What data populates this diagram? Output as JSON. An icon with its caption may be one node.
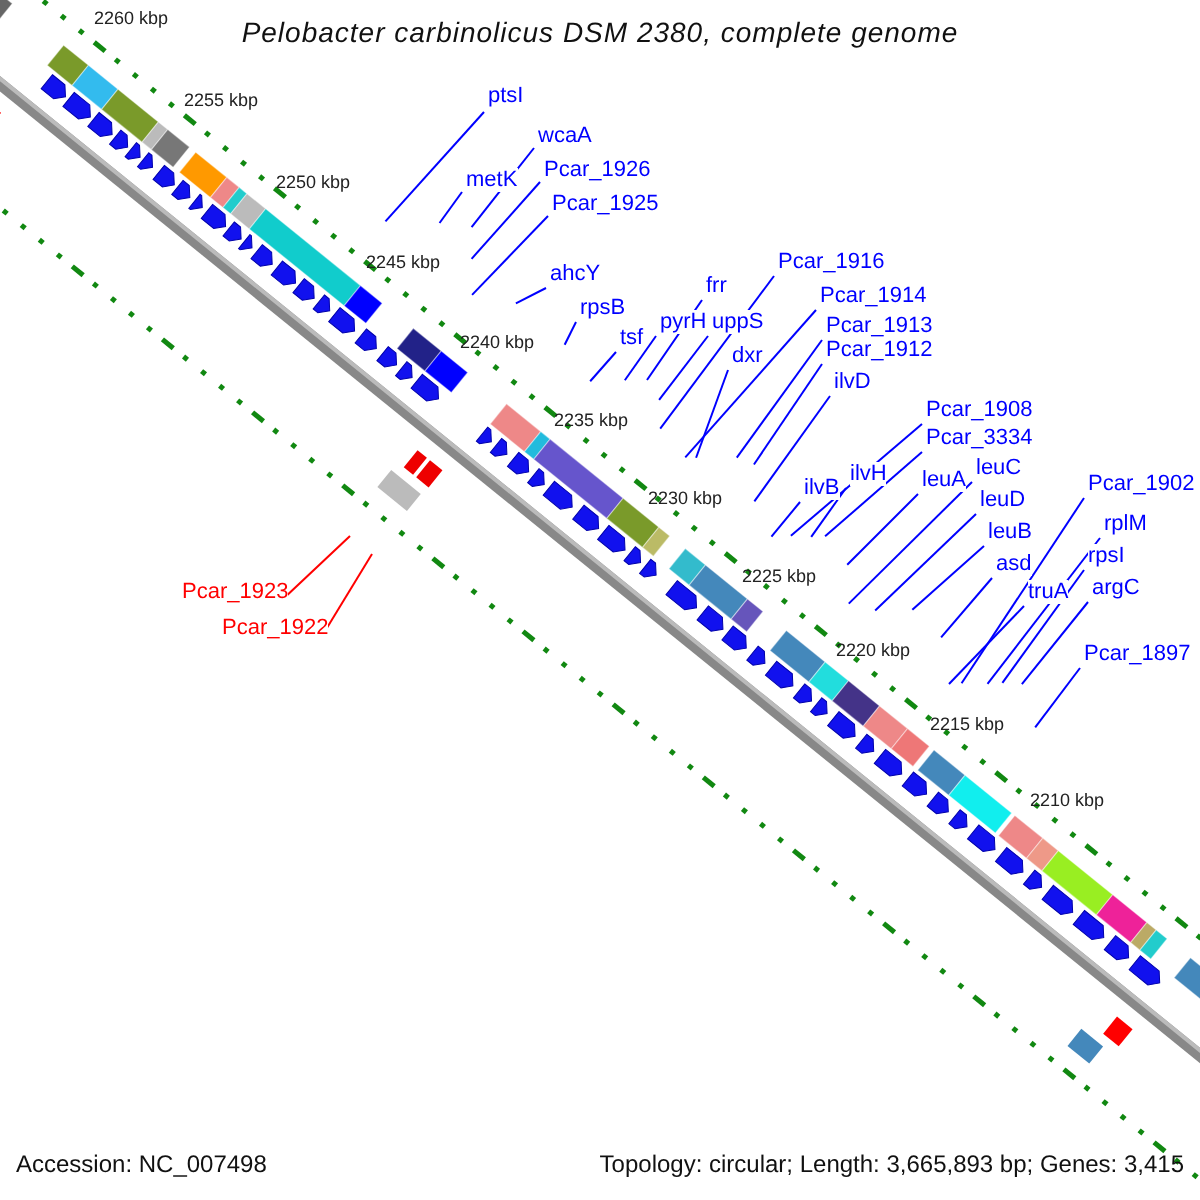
{
  "diagram": {
    "title": "Pelobacter carbinolicus DSM 2380, complete genome",
    "nodes": [
      {
        "text": [
          "ptsI"
        ]
      },
      {
        "text": [
          "wcaA"
        ]
      },
      {
        "text": [
          "metK"
        ]
      },
      {
        "text": [
          "Pcar_1926"
        ]
      },
      {
        "text": [
          "Pcar_1925"
        ]
      },
      {
        "text": [
          "ahcY"
        ]
      },
      {
        "text": [
          "rpsB"
        ]
      },
      {
        "text": [
          "tsf"
        ]
      },
      {
        "text": [
          "pyrH"
        ]
      },
      {
        "text": [
          "frr"
        ]
      },
      {
        "text": [
          "uppS"
        ]
      },
      {
        "text": [
          "Pcar_1916"
        ]
      },
      {
        "text": [
          "Pcar_1914"
        ]
      },
      {
        "text": [
          "dxr"
        ]
      },
      {
        "text": [
          "Pcar_1913"
        ]
      },
      {
        "text": [
          "Pcar_1912"
        ]
      },
      {
        "text": [
          "ilvD"
        ]
      },
      {
        "text": [
          "Pcar_1908"
        ]
      },
      {
        "text": [
          "Pcar_3334"
        ]
      },
      {
        "text": [
          "ilvB"
        ]
      },
      {
        "text": [
          "ilvH"
        ]
      },
      {
        "text": [
          "leuA"
        ]
      },
      {
        "text": [
          "leuC"
        ]
      },
      {
        "text": [
          "leuD"
        ]
      },
      {
        "text": [
          "leuB"
        ]
      },
      {
        "text": [
          "asd"
        ]
      },
      {
        "text": [
          "truA"
        ]
      },
      {
        "text": [
          "Pcar_1902"
        ]
      },
      {
        "text": [
          "rplM"
        ]
      },
      {
        "text": [
          "rpsI"
        ]
      },
      {
        "text": [
          "argC"
        ]
      },
      {
        "text": [
          "Pcar_1897"
        ]
      },
      {
        "text": [
          "Pcar_1923"
        ]
      },
      {
        "text": [
          "Pcar_1922"
        ]
      }
    ],
    "edges": [
      {
        "from": 0,
        "to": null,
        "arrow": "none"
      },
      {
        "from": 1,
        "to": null,
        "arrow": "none"
      },
      {
        "from": 2,
        "to": null,
        "arrow": "none"
      },
      {
        "from": 3,
        "to": null,
        "arrow": "none"
      },
      {
        "from": 4,
        "to": null,
        "arrow": "none"
      },
      {
        "from": 5,
        "to": null,
        "arrow": "none"
      },
      {
        "from": 6,
        "to": null,
        "arrow": "none"
      },
      {
        "from": 7,
        "to": null,
        "arrow": "none"
      },
      {
        "from": 8,
        "to": null,
        "arrow": "none"
      },
      {
        "from": 9,
        "to": null,
        "arrow": "none"
      },
      {
        "from": 10,
        "to": null,
        "arrow": "none"
      },
      {
        "from": 11,
        "to": null,
        "arrow": "none"
      },
      {
        "from": 12,
        "to": null,
        "arrow": "none"
      },
      {
        "from": 13,
        "to": null,
        "arrow": "none"
      },
      {
        "from": 14,
        "to": null,
        "arrow": "none"
      },
      {
        "from": 15,
        "to": null,
        "arrow": "none"
      },
      {
        "from": 16,
        "to": null,
        "arrow": "none"
      },
      {
        "from": 17,
        "to": null,
        "arrow": "none"
      },
      {
        "from": 18,
        "to": null,
        "arrow": "none"
      },
      {
        "from": 19,
        "to": null,
        "arrow": "none"
      },
      {
        "from": 20,
        "to": null,
        "arrow": "none"
      },
      {
        "from": 21,
        "to": null,
        "arrow": "none"
      },
      {
        "from": 22,
        "to": null,
        "arrow": "none"
      },
      {
        "from": 23,
        "to": null,
        "arrow": "none"
      },
      {
        "from": 24,
        "to": null,
        "arrow": "none"
      },
      {
        "from": 25,
        "to": null,
        "arrow": "none"
      },
      {
        "from": 26,
        "to": null,
        "arrow": "none"
      },
      {
        "from": 27,
        "to": null,
        "arrow": "none"
      },
      {
        "from": 28,
        "to": null,
        "arrow": "none"
      },
      {
        "from": 29,
        "to": null,
        "arrow": "none"
      },
      {
        "from": 30,
        "to": null,
        "arrow": "none"
      },
      {
        "from": 31,
        "to": null,
        "arrow": "none"
      },
      {
        "from": 32,
        "to": null,
        "arrow": "none",
        "color": "#ff0000"
      },
      {
        "from": 33,
        "to": null,
        "arrow": "none",
        "color": "#ff0000"
      }
    ],
    "labels": [
      "2260 kbp",
      "2255 kbp",
      "2250 kbp",
      "2245 kbp",
      "2240 kbp",
      "2235 kbp",
      "2230 kbp",
      "2225 kbp",
      "2220 kbp",
      "2215 kbp",
      "2210 kbp",
      "Accession: NC_007498",
      "Topology: circular; Length: 3,665,893 bp; Genes: 3,415"
    ]
  }
}
